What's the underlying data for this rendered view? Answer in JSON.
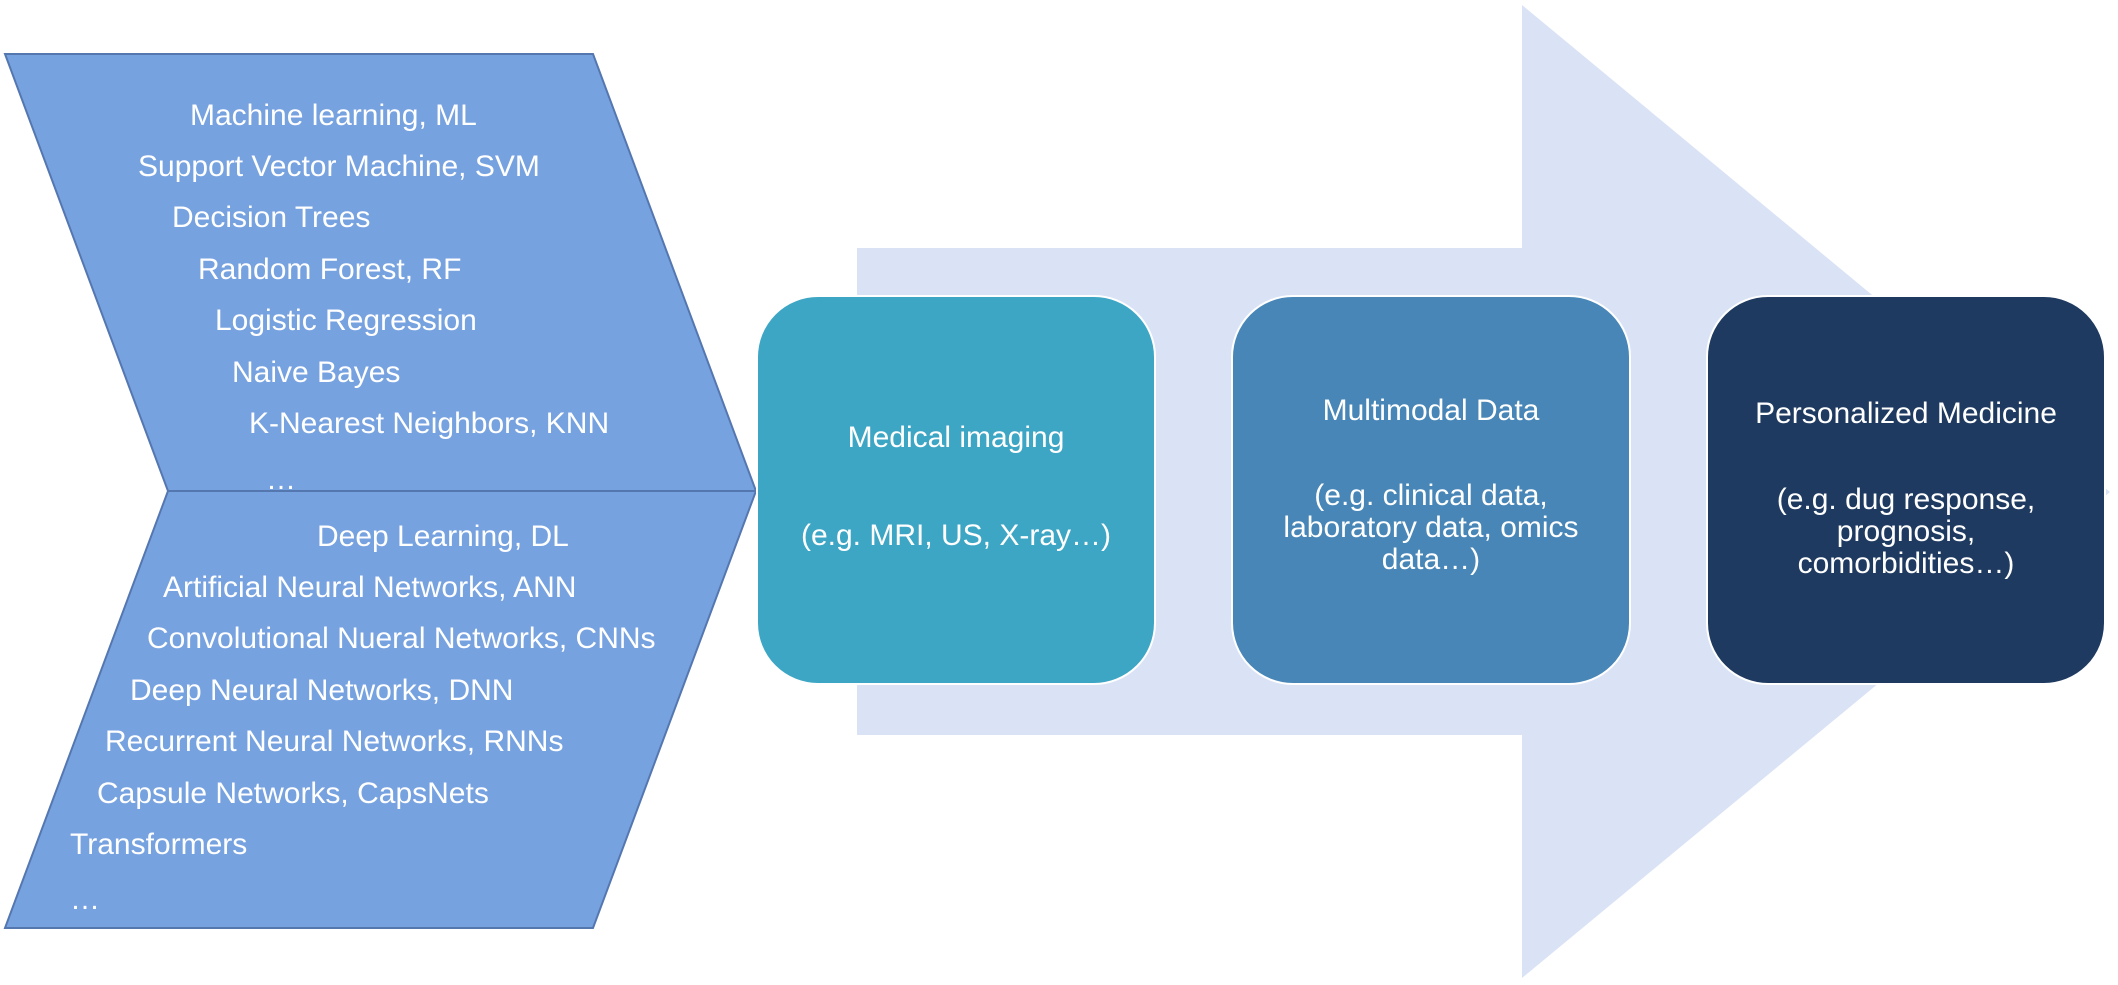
{
  "machine_learning": {
    "items": [
      "Machine learning, ML",
      "Support Vector Machine, SVM",
      "Decision Trees",
      "Random Forest, RF",
      "Logistic Regression",
      "Naive Bayes",
      "K-Nearest Neighbors, KNN",
      "…"
    ]
  },
  "deep_learning": {
    "items": [
      "Deep Learning, DL",
      "Artificial Neural Networks, ANN",
      "Convolutional Nueral Networks, CNNs",
      "Deep Neural Networks, DNN",
      "Recurrent Neural Networks, RNNs",
      "Capsule Networks, CapsNets",
      "Transformers",
      "…"
    ]
  },
  "boxes": {
    "imaging": {
      "title": "Medical imaging",
      "detail": "(e.g. MRI, US, X-ray…)"
    },
    "multimodal": {
      "title": "Multimodal Data",
      "detail": "(e.g. clinical data, laboratory data, omics data…)"
    },
    "personalized": {
      "title": "Personalized Medicine",
      "detail": "(e.g. dug response, prognosis, comorbidities…)"
    }
  },
  "colors": {
    "chevron": "#77a2e0",
    "chevron_border": "#5577b0",
    "arrow": "#dae3f6",
    "imaging_box": "#3ea6c5",
    "multimodal_box": "#4786b7",
    "personalized_box": "#1f3a60",
    "text": "#ffffff"
  }
}
